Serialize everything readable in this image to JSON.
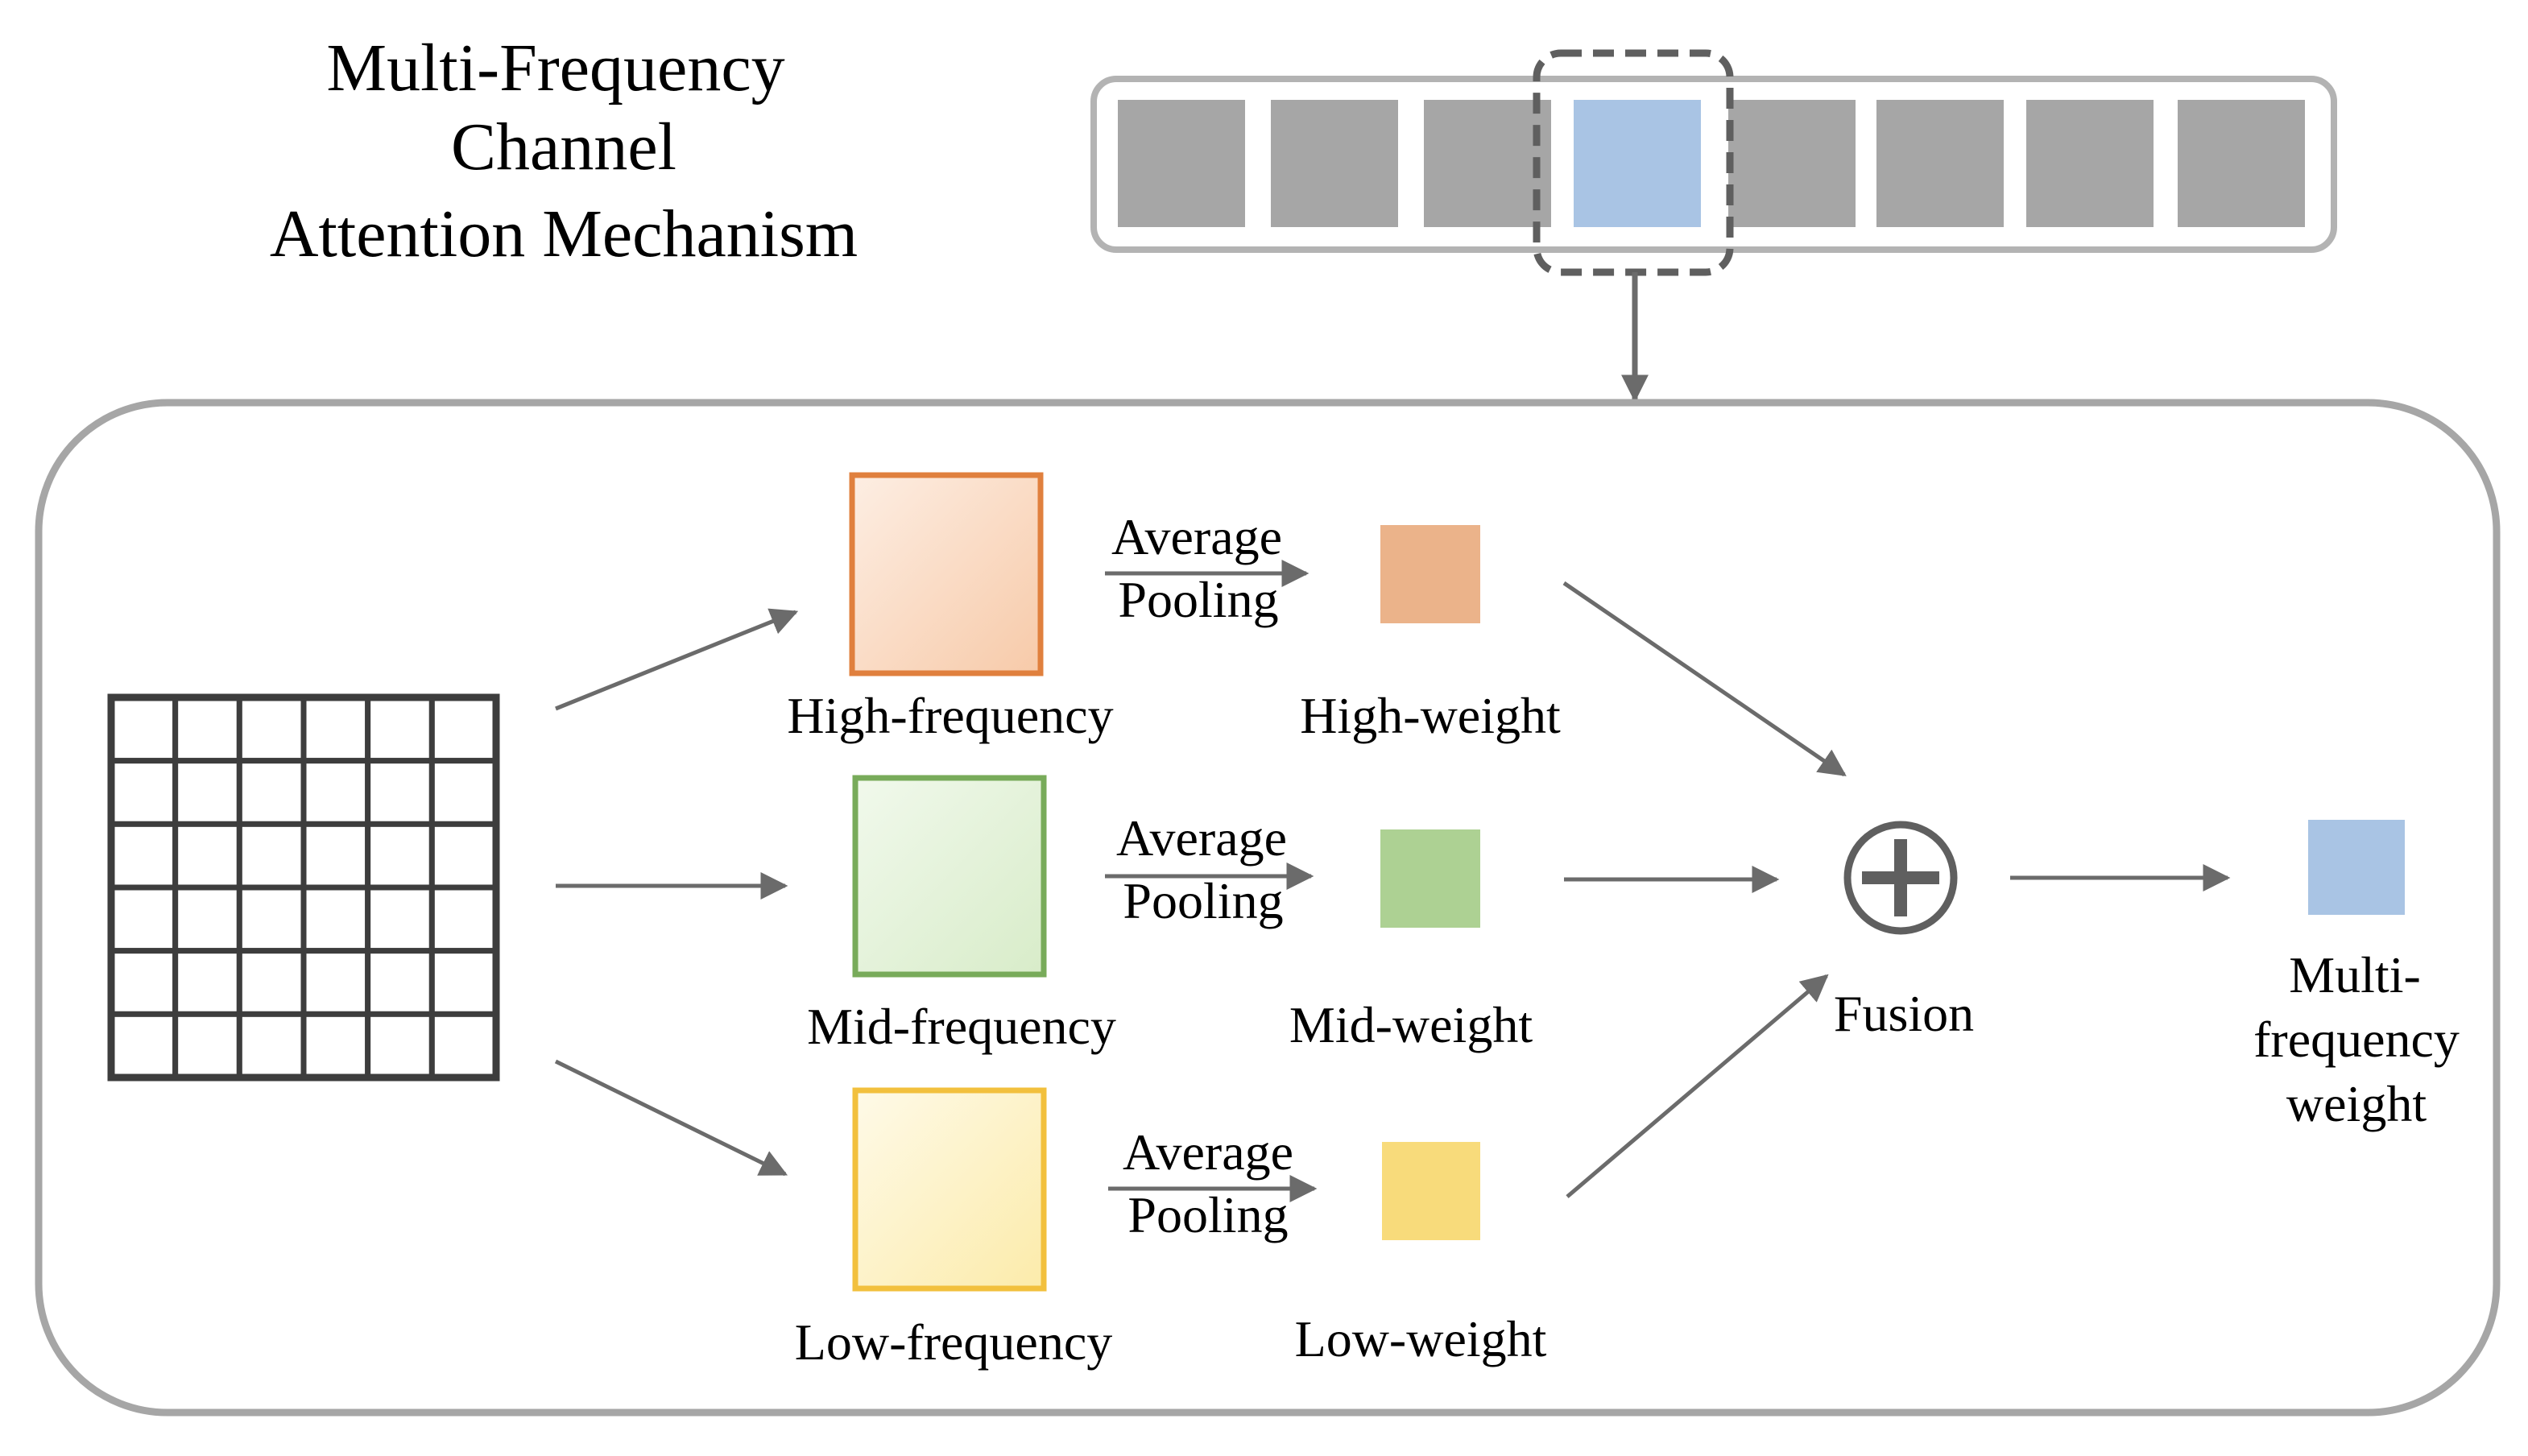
{
  "title": [
    "Multi-Frequency",
    "Channel",
    "Attention Mechanism"
  ],
  "channel_strip": {
    "slot_count": 8,
    "highlighted_slot": 4,
    "slot_color": "#a6a6a6",
    "highlight_color": "#a9c4e4"
  },
  "branches": [
    {
      "id": "high",
      "band_label": "High-frequency",
      "pool_label": [
        "Average",
        "Pooling"
      ],
      "weight_label": "High-weight",
      "border_color": "#e0803e",
      "fill_color": "#f9d2b8",
      "weight_color": "#ebb38a"
    },
    {
      "id": "mid",
      "band_label": "Mid-frequency",
      "pool_label": [
        "Average",
        "Pooling"
      ],
      "weight_label": "Mid-weight",
      "border_color": "#78ab5a",
      "fill_color": "#dff0d3",
      "weight_color": "#add193"
    },
    {
      "id": "low",
      "band_label": "Low-frequency",
      "pool_label": [
        "Average",
        "Pooling"
      ],
      "weight_label": "Low-weight",
      "border_color": "#f2c03d",
      "fill_color": "#fdf1c0",
      "weight_color": "#f8db7b"
    }
  ],
  "fusion_label": "Fusion",
  "output": {
    "label": [
      "Multi-",
      "frequency",
      "weight"
    ],
    "color": "#a9c4e4"
  },
  "input_grid": {
    "rows": 6,
    "cols": 6
  }
}
